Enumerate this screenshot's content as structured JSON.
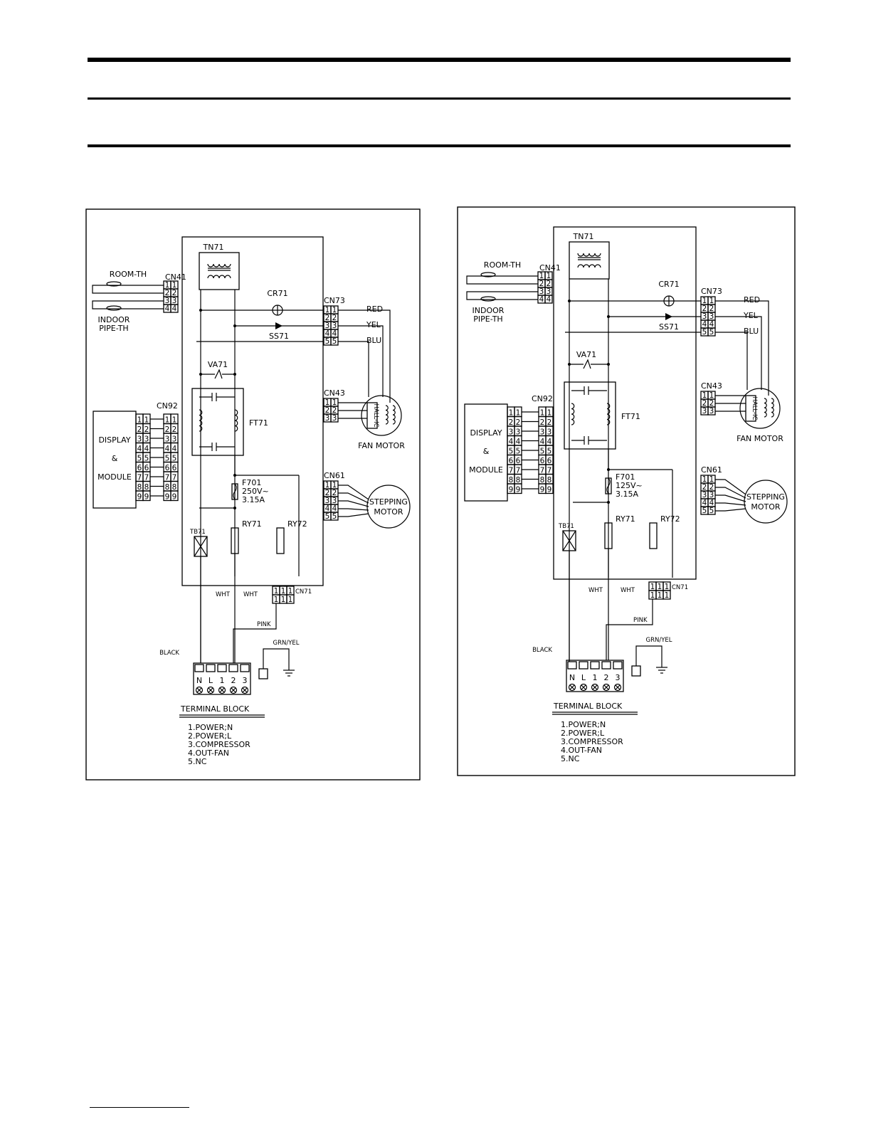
{
  "labels": {
    "tn71": "TN71",
    "room_th": "ROOM-TH",
    "indoor": "INDOOR",
    "pipe_th": "PIPE-TH",
    "cn41": "CN41",
    "cr71": "CR71",
    "cn73": "CN73",
    "red": "RED",
    "yel": "YEL",
    "blu": "BLU",
    "ss71": "SS71",
    "va71": "VA71",
    "ft71": "FT71",
    "cn92": "CN92",
    "cn43": "CN43",
    "hall_ic": "HALL-IC",
    "fan_motor": "FAN MOTOR",
    "display": "DISPLAY",
    "amp": "&",
    "module": "MODULE",
    "cn61": "CN61",
    "stepping": "STEPPING",
    "motor": "MOTOR",
    "f701": "F701",
    "fuse_current": "3.15A",
    "ry71": "RY71",
    "ry72": "RY72",
    "tb71": "TB71",
    "wht": "WHT",
    "cn71": "CN71",
    "pink": "PINK",
    "grn_yel": "GRN/YEL",
    "black": "BLACK",
    "term_n": "N",
    "term_l": "L",
    "term_1": "1",
    "term_2": "2",
    "term_3": "3",
    "terminal_block": "TERMINAL BLOCK",
    "legend": [
      "1.POWER;N",
      "2.POWER;L",
      "3.COMPRESSOR",
      "4.OUT-FAN",
      "5.NC"
    ]
  },
  "diagrams": [
    {
      "fuse_voltage": "250V~"
    },
    {
      "fuse_voltage": "125V~"
    }
  ]
}
